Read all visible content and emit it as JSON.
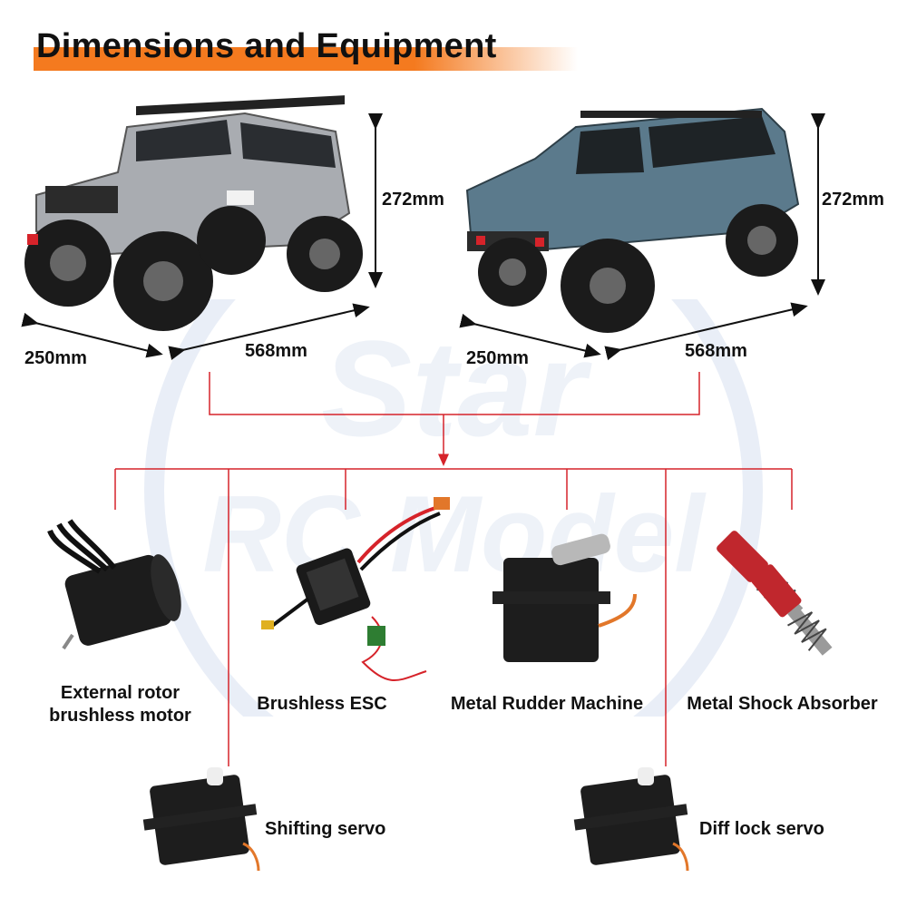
{
  "header": {
    "title": "Dimensions and Equipment"
  },
  "dimensions": {
    "left_car": {
      "height": "272mm",
      "width": "250mm",
      "length": "568mm"
    },
    "right_car": {
      "height": "272mm",
      "width": "250mm",
      "length": "568mm"
    }
  },
  "equipment": [
    {
      "label": "External rotor\nbrushless motor"
    },
    {
      "label": "Brushless ESC"
    },
    {
      "label": "Metal Rudder Machine"
    },
    {
      "label": "Metal Shock Absorber"
    },
    {
      "label": "Shifting servo"
    },
    {
      "label": "Diff lock servo"
    }
  ],
  "watermark": {
    "line1": "Star",
    "line2": "RC Model"
  },
  "colors": {
    "accent": "#f47a1f",
    "connector": "#d6232a",
    "car_left": "#a9acb1",
    "car_right": "#5b7a8c"
  }
}
